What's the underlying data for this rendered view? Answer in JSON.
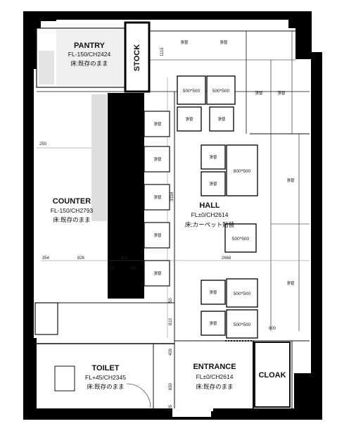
{
  "rooms": {
    "pantry": {
      "name": "PANTRY",
      "level": "FL-150/CH2424",
      "floor": "床:既存のまま"
    },
    "stock": {
      "name": "STOCK"
    },
    "counter": {
      "name": "COUNTER",
      "level": "FL-150/CH2793",
      "floor": "床:既存のまま"
    },
    "hall": {
      "name": "HALL",
      "level": "FL±0/CH2614",
      "floor": "床:カーペット貼替"
    },
    "toilet": {
      "name": "TOILET",
      "level": "FL+45/CH2345",
      "floor": "床:既存のまま"
    },
    "entrance": {
      "name": "ENTRANCE",
      "level": "FL±0/CH2614",
      "floor": "床:既存のまま"
    },
    "cloak": {
      "name": "CLOAK"
    }
  },
  "dimensions": {
    "d1115": "1115",
    "d250": "250",
    "d3334": "3334",
    "d354": "354",
    "d826": "826",
    "d600a": "600",
    "d170": "170",
    "d295": "295",
    "d2668": "2668",
    "d50": "50",
    "d810": "810",
    "d600b": "600",
    "d409": "409",
    "d650": "650",
    "d105": "105"
  },
  "furniture": {
    "seat_label": "張替",
    "table_500": "500*500",
    "table_800": "800*500"
  }
}
